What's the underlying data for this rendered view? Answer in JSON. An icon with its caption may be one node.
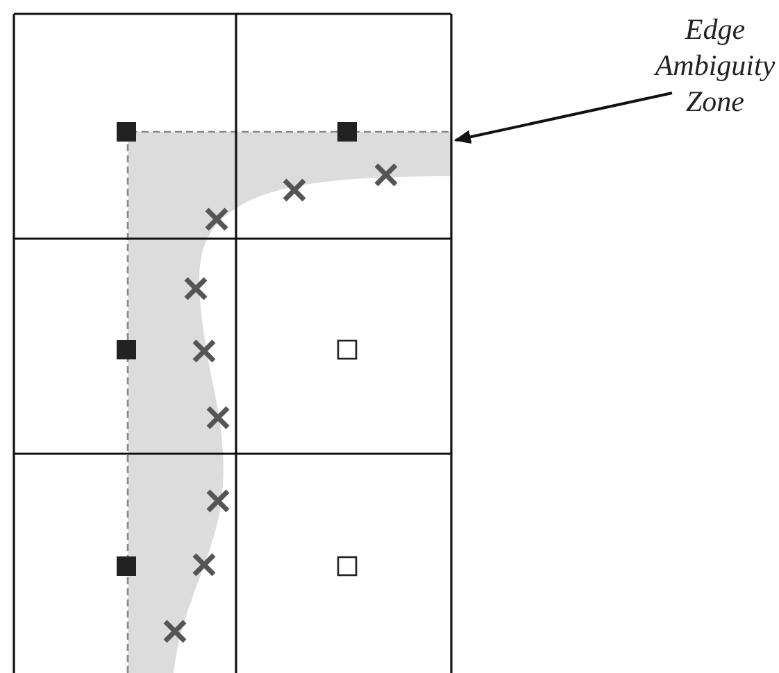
{
  "diagram": {
    "nodes": [
      {
        "text": [
          "Edge Ambiguity Zone"
        ]
      },
      {
        "text": [],
        "shape": "band"
      }
    ],
    "edges": [
      {
        "from": 0,
        "to": 1,
        "arrow": "to"
      }
    ]
  }
}
